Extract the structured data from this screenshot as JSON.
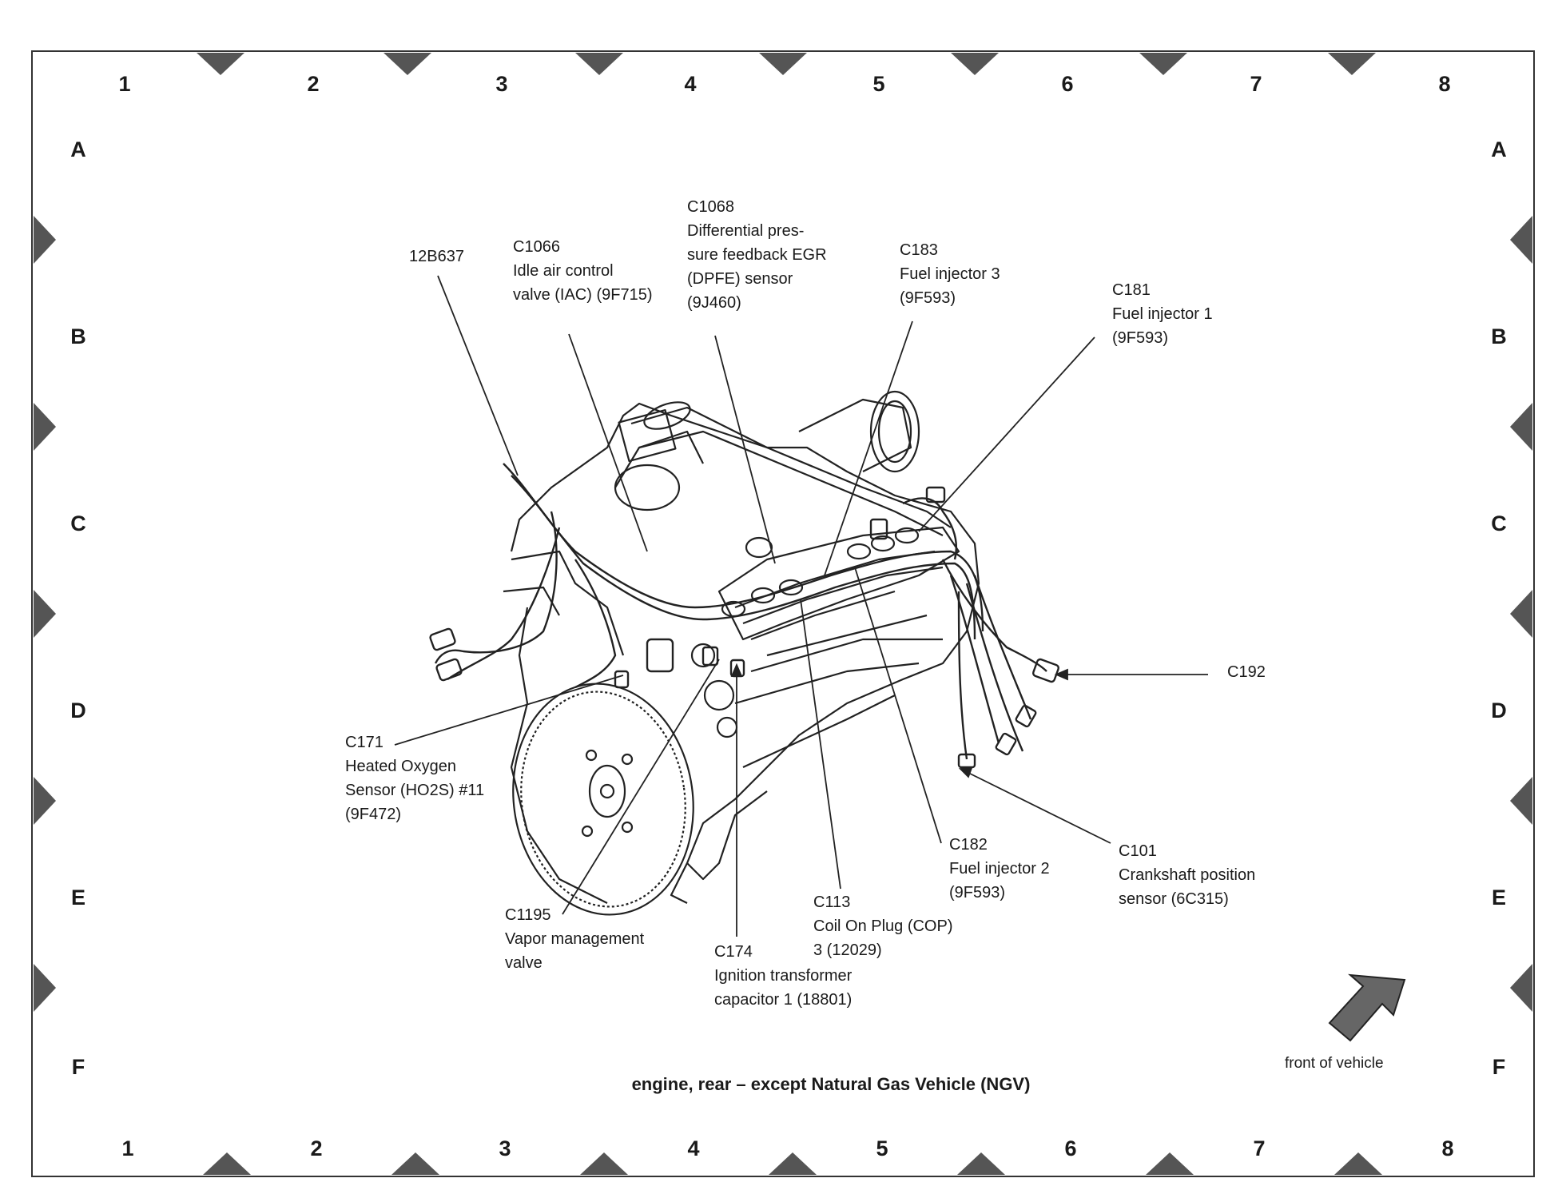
{
  "grid": {
    "columns": [
      "1",
      "2",
      "3",
      "4",
      "5",
      "6",
      "7",
      "8"
    ],
    "rows": [
      "A",
      "B",
      "C",
      "D",
      "E",
      "F"
    ]
  },
  "caption": "engine, rear – except Natural Gas Vehicle (NGV)",
  "front_label": "front of vehicle",
  "callouts": [
    {
      "id": "12b637",
      "lines": [
        "12B637"
      ]
    },
    {
      "id": "c1066",
      "lines": [
        "C1066",
        "Idle air control",
        "valve (IAC) (9F715)"
      ]
    },
    {
      "id": "c1068",
      "lines": [
        "C1068",
        "Differential pres-",
        "sure feedback EGR",
        "(DPFE) sensor",
        "(9J460)"
      ]
    },
    {
      "id": "c183",
      "lines": [
        "C183",
        "Fuel injector 3",
        "(9F593)"
      ]
    },
    {
      "id": "c181",
      "lines": [
        "C181",
        "Fuel injector 1",
        "(9F593)"
      ]
    },
    {
      "id": "c192",
      "lines": [
        "C192"
      ]
    },
    {
      "id": "c171",
      "lines": [
        "C171",
        "Heated Oxygen",
        "Sensor (HO2S) #11",
        "(9F472)"
      ]
    },
    {
      "id": "c182",
      "lines": [
        "C182",
        "Fuel injector 2",
        "(9F593)"
      ]
    },
    {
      "id": "c101",
      "lines": [
        "C101",
        "Crankshaft position",
        "sensor (6C315)"
      ]
    },
    {
      "id": "c1195",
      "lines": [
        "C1195",
        "Vapor management",
        "valve"
      ]
    },
    {
      "id": "c113",
      "lines": [
        "C113",
        "Coil On Plug (COP)",
        "3 (12029)"
      ]
    },
    {
      "id": "c174",
      "lines": [
        "C174",
        "Ignition transformer",
        "capacitor 1 (18801)"
      ]
    }
  ]
}
